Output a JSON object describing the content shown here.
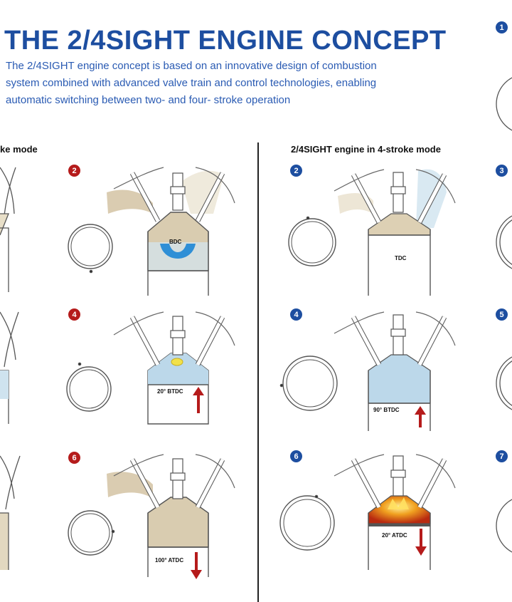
{
  "header": {
    "title": "THE 2/4SIGHT ENGINE CONCEPT",
    "intro_lines": [
      "The 2/4SIGHT engine concept is based on an innovative design of combustion",
      "system combined with advanced valve train and control technologies, enabling",
      "automatic switching between two- and four- stroke operation"
    ]
  },
  "left_section": {
    "heading": "ke mode",
    "steps": [
      {
        "number": "2",
        "label": "BDC"
      },
      {
        "number": "4",
        "label": "20° BTDC"
      },
      {
        "number": "6",
        "label": "100° ATDC"
      }
    ]
  },
  "right_section": {
    "heading": "2/4SIGHT engine in 4-stroke mode",
    "steps": [
      {
        "number": "2",
        "label": "TDC"
      },
      {
        "number": "4",
        "label": "90° BTDC"
      },
      {
        "number": "6",
        "label": "20° ATDC"
      }
    ],
    "edge_badges": [
      "1",
      "3",
      "5",
      "7"
    ]
  },
  "colors": {
    "title_blue": "#1d4ea0",
    "two_stroke_red": "#b51b1b",
    "four_stroke_blue": "#1d4ea0",
    "arrow_red": "#b51b1b",
    "charge_blue": "#bcd8ea",
    "exhaust_tan": "#d6c7a8",
    "flame": "#f0a020"
  },
  "icons": [
    "crank-rotation-icon",
    "cylinder-diagram-icon",
    "spark-plug-icon",
    "piston-direction-arrow-icon"
  ]
}
